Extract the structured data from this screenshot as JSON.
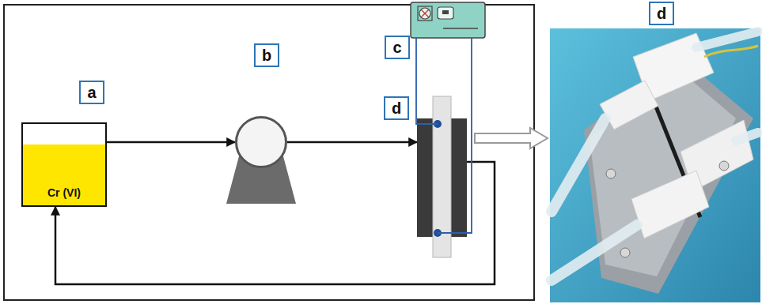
{
  "diagram": {
    "nodes": [
      {
        "text": [
          "a",
          "Cr (VI)"
        ]
      },
      {
        "text": [
          "b"
        ]
      },
      {
        "text": [
          "c"
        ]
      },
      {
        "text": [
          "d"
        ]
      },
      {
        "text": [
          "d"
        ]
      }
    ],
    "edges": [
      {
        "from": 0,
        "to": 1,
        "arrow": "to"
      },
      {
        "from": 1,
        "to": 3,
        "arrow": "to"
      },
      {
        "from": 3,
        "to": 0,
        "arrow": "to"
      },
      {
        "from": 2,
        "to": 3,
        "arrow": "none"
      },
      {
        "from": 2,
        "to": 3,
        "arrow": "none"
      },
      {
        "from": 3,
        "to": 4,
        "arrow": "to"
      }
    ]
  }
}
